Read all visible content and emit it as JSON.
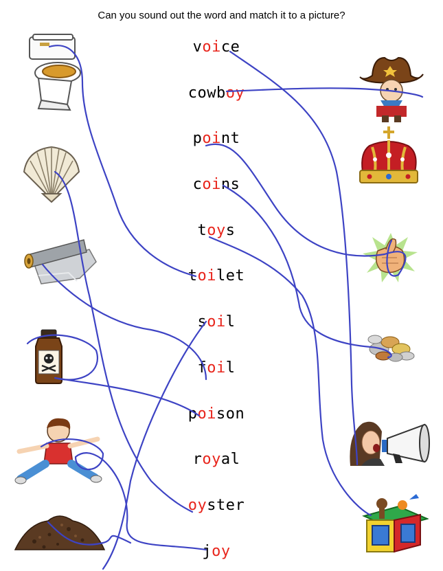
{
  "title": "Can you sound out the word and match it to a picture?",
  "words": [
    {
      "pre": "v",
      "hl": "oi",
      "post": "ce"
    },
    {
      "pre": "cowb",
      "hl": "oy",
      "post": ""
    },
    {
      "pre": "p",
      "hl": "oi",
      "post": "nt"
    },
    {
      "pre": "c",
      "hl": "oi",
      "post": "ns"
    },
    {
      "pre": "t",
      "hl": "oy",
      "post": "s"
    },
    {
      "pre": "t",
      "hl": "oi",
      "post": "let"
    },
    {
      "pre": "s",
      "hl": "oi",
      "post": "l"
    },
    {
      "pre": "f",
      "hl": "oi",
      "post": "l"
    },
    {
      "pre": "p",
      "hl": "oi",
      "post": "son"
    },
    {
      "pre": "r",
      "hl": "oy",
      "post": "al"
    },
    {
      "pre": "",
      "hl": "oy",
      "post": "ster"
    },
    {
      "pre": "j",
      "hl": "oy",
      "post": ""
    }
  ],
  "left_pictures": [
    "toilet",
    "shell",
    "foil",
    "poison",
    "boy",
    "soil"
  ],
  "right_pictures": [
    "cowboy",
    "crown",
    "pointing-hand",
    "coins",
    "shouting-woman",
    "toy-box"
  ],
  "colors": {
    "highlight": "#e8251c",
    "pen": "#3d43c4"
  }
}
